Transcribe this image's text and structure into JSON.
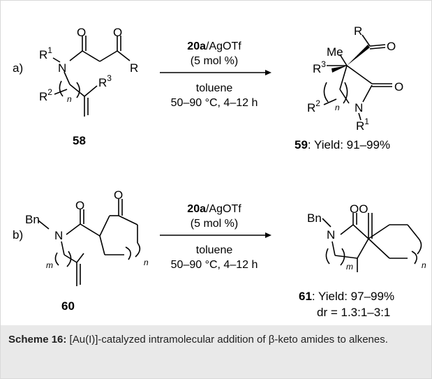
{
  "caption": {
    "label": "Scheme 16:",
    "text": " [Au(I)]-catalyzed intramolecular addition of β-keto amides to alkenes."
  },
  "scheme_a": {
    "label": "a)",
    "conditions": {
      "catalyst_bold": "20a",
      "catalyst_rest": "/AgOTf",
      "loading": "(5 mol %)",
      "solvent": "toluene",
      "temp_time": "50–90 °C, 4–12 h"
    },
    "reactant": {
      "id": "58",
      "atoms": {
        "O1": "O",
        "O2": "O",
        "N": "N",
        "R1": "R",
        "R1sup": "1",
        "R": "R",
        "R2": "R",
        "R2sup": "2",
        "R3": "R",
        "R3sup": "3",
        "n": "n"
      }
    },
    "product": {
      "id": "59",
      "yield": ": Yield: 91–99%",
      "atoms": {
        "R": "R",
        "O1": "O",
        "Me": "Me",
        "R3": "R",
        "R3sup": "3",
        "O2": "O",
        "N": "N",
        "R2": "R",
        "R2sup": "2",
        "n": "n",
        "R1": "R",
        "R1sup": "1"
      }
    }
  },
  "scheme_b": {
    "label": "b)",
    "conditions": {
      "catalyst_bold": "20a",
      "catalyst_rest": "/AgOTf",
      "loading": "(5 mol %)",
      "solvent": "toluene",
      "temp_time": "50–90 °C, 4–12 h"
    },
    "reactant": {
      "id": "60",
      "atoms": {
        "Bn": "Bn",
        "N": "N",
        "O1": "O",
        "O2": "O",
        "m": "m",
        "n": "n"
      }
    },
    "product": {
      "id": "61",
      "yield": ": Yield: 97–99%",
      "dr": "dr = 1.3:1–3:1",
      "atoms": {
        "Bn": "Bn",
        "N": "N",
        "OO": "OO",
        "m": "m",
        "n": "n"
      }
    }
  }
}
